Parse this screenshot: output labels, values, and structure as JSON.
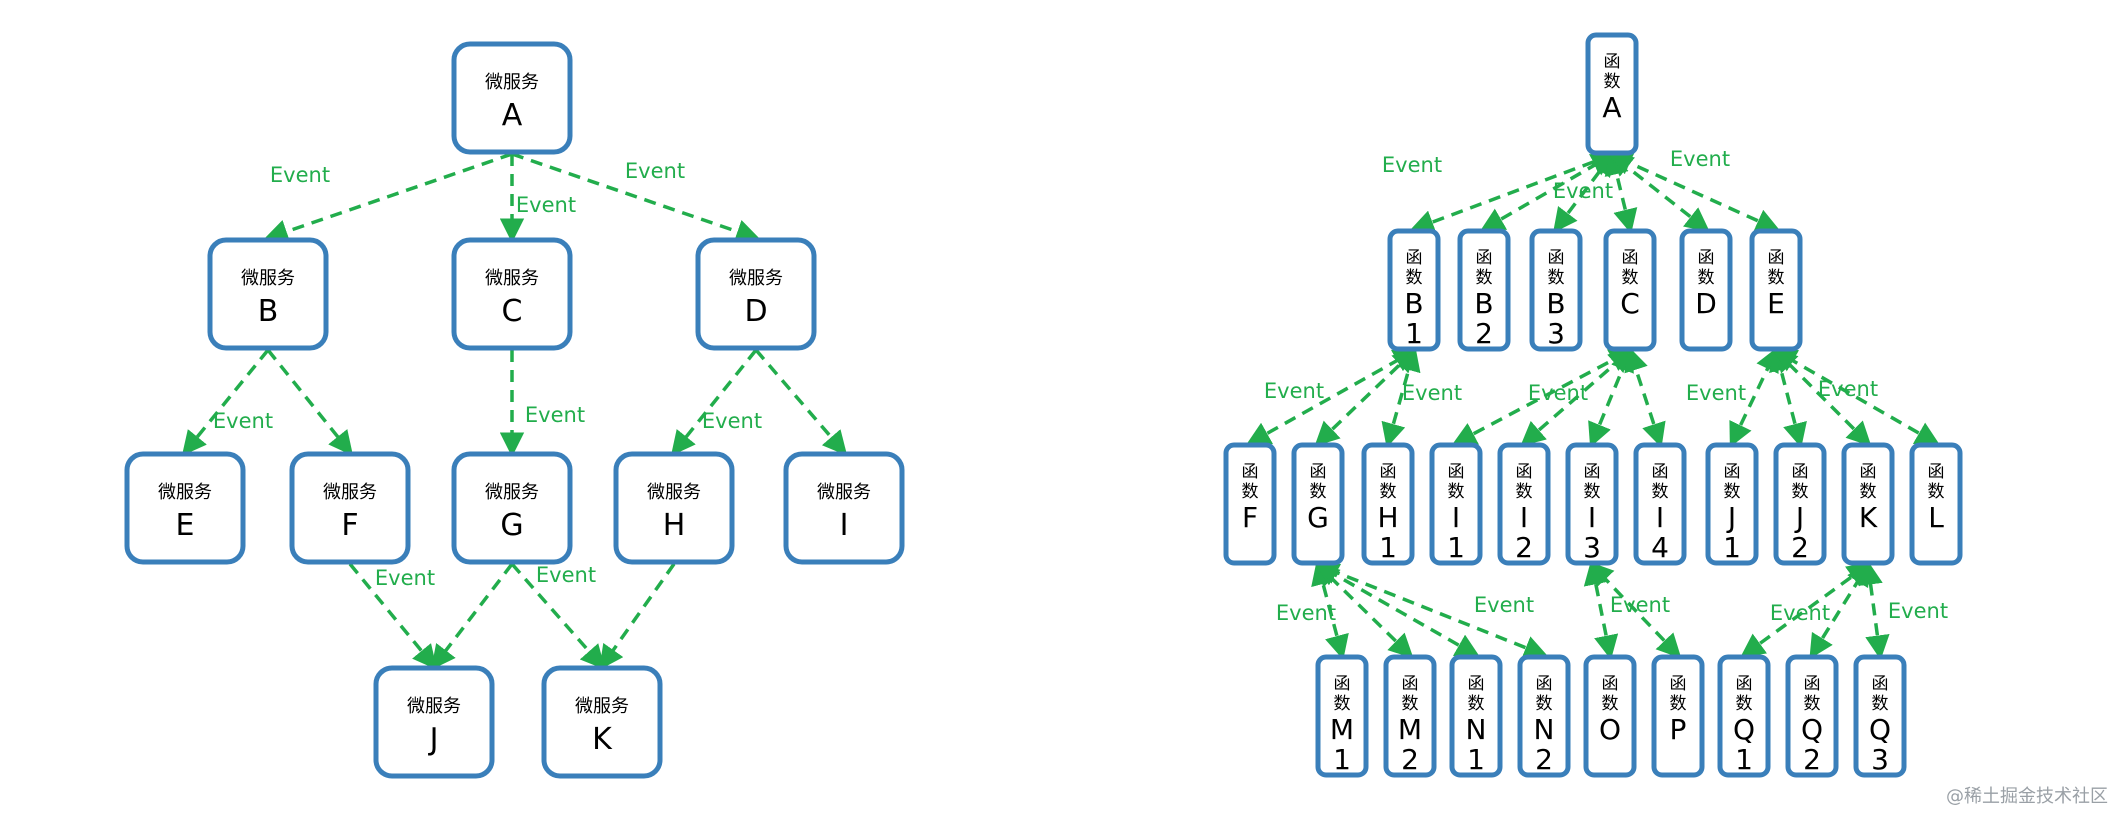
{
  "colors": {
    "node_border": "#3a7fba",
    "edge": "#22ad4c",
    "label": "#22ad4c",
    "text": "#000000"
  },
  "microservices": {
    "nodes": [
      {
        "id": "A",
        "top": "微服务",
        "bottom": "A"
      },
      {
        "id": "B",
        "top": "微服务",
        "bottom": "B"
      },
      {
        "id": "C",
        "top": "微服务",
        "bottom": "C"
      },
      {
        "id": "D",
        "top": "微服务",
        "bottom": "D"
      },
      {
        "id": "E",
        "top": "微服务",
        "bottom": "E"
      },
      {
        "id": "F",
        "top": "微服务",
        "bottom": "F"
      },
      {
        "id": "G",
        "top": "微服务",
        "bottom": "G"
      },
      {
        "id": "H",
        "top": "微服务",
        "bottom": "H"
      },
      {
        "id": "I",
        "top": "微服务",
        "bottom": "I"
      },
      {
        "id": "J",
        "top": "微服务",
        "bottom": "J"
      },
      {
        "id": "K",
        "top": "微服务",
        "bottom": "K"
      }
    ],
    "edges": [
      {
        "from": "A",
        "to": "B"
      },
      {
        "from": "A",
        "to": "C"
      },
      {
        "from": "A",
        "to": "D"
      },
      {
        "from": "B",
        "to": "E"
      },
      {
        "from": "B",
        "to": "F"
      },
      {
        "from": "C",
        "to": "G"
      },
      {
        "from": "D",
        "to": "H"
      },
      {
        "from": "D",
        "to": "I"
      },
      {
        "from": "F",
        "to": "J"
      },
      {
        "from": "G",
        "to": "J"
      },
      {
        "from": "G",
        "to": "K"
      },
      {
        "from": "H",
        "to": "K"
      }
    ],
    "event_labels": [
      "Event",
      "Event",
      "Event",
      "Event",
      "Event",
      "Event",
      "Event",
      "Event"
    ]
  },
  "functions": {
    "nodes": [
      {
        "id": "A",
        "chars": [
          "函",
          "数",
          "A"
        ]
      },
      {
        "id": "B1",
        "chars": [
          "函",
          "数",
          "B",
          "1"
        ]
      },
      {
        "id": "B2",
        "chars": [
          "函",
          "数",
          "B",
          "2"
        ]
      },
      {
        "id": "B3",
        "chars": [
          "函",
          "数",
          "B",
          "3"
        ]
      },
      {
        "id": "C",
        "chars": [
          "函",
          "数",
          "C"
        ]
      },
      {
        "id": "D",
        "chars": [
          "函",
          "数",
          "D"
        ]
      },
      {
        "id": "E",
        "chars": [
          "函",
          "数",
          "E"
        ]
      },
      {
        "id": "F",
        "chars": [
          "函",
          "数",
          "F"
        ]
      },
      {
        "id": "G",
        "chars": [
          "函",
          "数",
          "G"
        ]
      },
      {
        "id": "H1",
        "chars": [
          "函",
          "数",
          "H",
          "1"
        ]
      },
      {
        "id": "I1",
        "chars": [
          "函",
          "数",
          "I",
          "1"
        ]
      },
      {
        "id": "I2",
        "chars": [
          "函",
          "数",
          "I",
          "2"
        ]
      },
      {
        "id": "I3",
        "chars": [
          "函",
          "数",
          "I",
          "3"
        ]
      },
      {
        "id": "I4",
        "chars": [
          "函",
          "数",
          "I",
          "4"
        ]
      },
      {
        "id": "J1",
        "chars": [
          "函",
          "数",
          "J",
          "1"
        ]
      },
      {
        "id": "J2",
        "chars": [
          "函",
          "数",
          "J",
          "2"
        ]
      },
      {
        "id": "K",
        "chars": [
          "函",
          "数",
          "K"
        ]
      },
      {
        "id": "L",
        "chars": [
          "函",
          "数",
          "L"
        ]
      },
      {
        "id": "M1",
        "chars": [
          "函",
          "数",
          "M",
          "1"
        ]
      },
      {
        "id": "M2",
        "chars": [
          "函",
          "数",
          "M",
          "2"
        ]
      },
      {
        "id": "N1",
        "chars": [
          "函",
          "数",
          "N",
          "1"
        ]
      },
      {
        "id": "N2",
        "chars": [
          "函",
          "数",
          "N",
          "2"
        ]
      },
      {
        "id": "O",
        "chars": [
          "函",
          "数",
          "O"
        ]
      },
      {
        "id": "P",
        "chars": [
          "函",
          "数",
          "P"
        ]
      },
      {
        "id": "Q1",
        "chars": [
          "函",
          "数",
          "Q",
          "1"
        ]
      },
      {
        "id": "Q2",
        "chars": [
          "函",
          "数",
          "Q",
          "2"
        ]
      },
      {
        "id": "Q3",
        "chars": [
          "函",
          "数",
          "Q",
          "3"
        ]
      }
    ],
    "edges": [
      {
        "from": "A",
        "to": "B1"
      },
      {
        "from": "A",
        "to": "B2"
      },
      {
        "from": "A",
        "to": "B3"
      },
      {
        "from": "A",
        "to": "C"
      },
      {
        "from": "A",
        "to": "D"
      },
      {
        "from": "A",
        "to": "E"
      },
      {
        "from": "B1",
        "to": "F"
      },
      {
        "from": "B1",
        "to": "G"
      },
      {
        "from": "B1",
        "to": "H1"
      },
      {
        "from": "C",
        "to": "I1"
      },
      {
        "from": "C",
        "to": "I2"
      },
      {
        "from": "C",
        "to": "I3"
      },
      {
        "from": "C",
        "to": "I4"
      },
      {
        "from": "E",
        "to": "J1"
      },
      {
        "from": "E",
        "to": "J2"
      },
      {
        "from": "E",
        "to": "K"
      },
      {
        "from": "E",
        "to": "L"
      },
      {
        "from": "G",
        "to": "M1"
      },
      {
        "from": "G",
        "to": "M2"
      },
      {
        "from": "G",
        "to": "N1"
      },
      {
        "from": "G",
        "to": "N2"
      },
      {
        "from": "I3",
        "to": "O"
      },
      {
        "from": "I3",
        "to": "P"
      },
      {
        "from": "K",
        "to": "Q1"
      },
      {
        "from": "K",
        "to": "Q2"
      },
      {
        "from": "K",
        "to": "Q3"
      }
    ],
    "event_labels": [
      "Event",
      "Event",
      "Event",
      "Event",
      "Event",
      "Event",
      "Event",
      "Event",
      "Event",
      "Event",
      "Event",
      "Event",
      "Event"
    ]
  },
  "watermark": "@稀土掘金技术社区"
}
